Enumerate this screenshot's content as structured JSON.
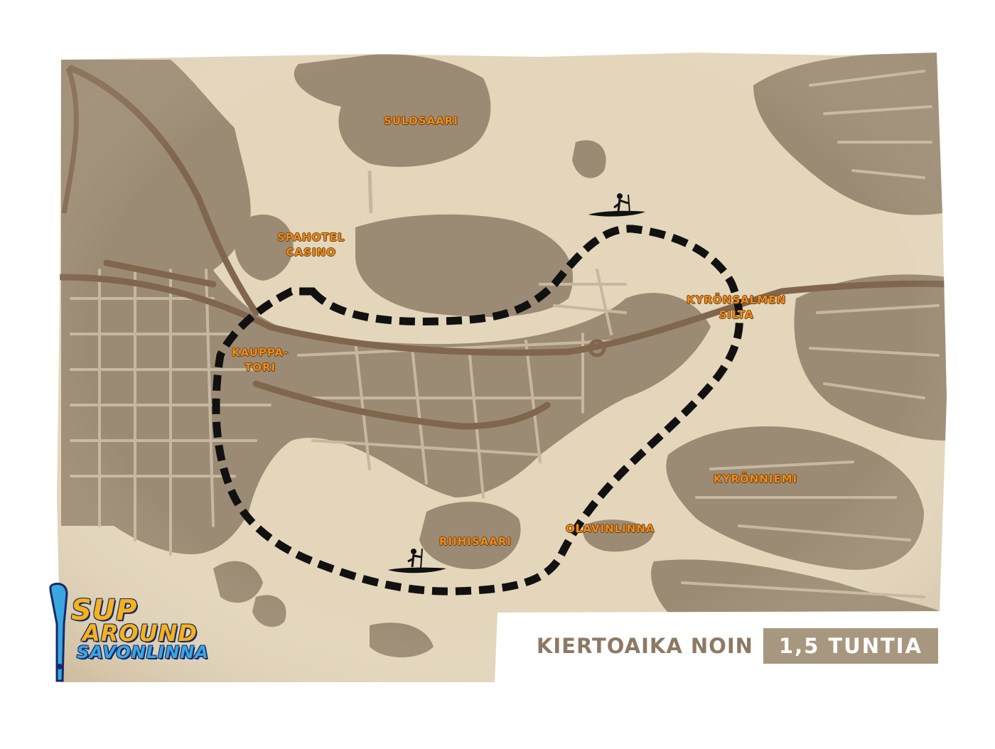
{
  "places": {
    "sulosaari": "SULOSAARI",
    "spahotel_line1": "SPAHOTEL",
    "spahotel_line2": "CASINO",
    "kauppatori_line1": "KAUPPA-",
    "kauppatori_line2": "TORI",
    "kyronsalmen_line1": "KYRÖNSALMEN",
    "kyronsalmen_line2": "SILTA",
    "kyronniemi": "KYRÖNNIEMI",
    "riihisaari": "RIIHISAARI",
    "olavinlinna": "OLAVINLINNA"
  },
  "duration": {
    "prefix": "KIERTOAIKA NOIN",
    "value": "1,5 TUNTIA"
  },
  "logo": {
    "line1": "SUP",
    "line2": "AROUND",
    "line3": "SAVONLINNA"
  },
  "colors": {
    "water": "#e3d6bb",
    "land": "#9c8b74",
    "road": "#80664f",
    "street": "#c6b8a0",
    "route": "#111111",
    "label": "#f08a1c",
    "duration_box": "#a8977f",
    "logo_blue": "#17286b",
    "logo_yellow": "#f5b21a"
  },
  "icons": {
    "paddler": "paddleboard-icon",
    "paddle": "paddle-icon"
  }
}
